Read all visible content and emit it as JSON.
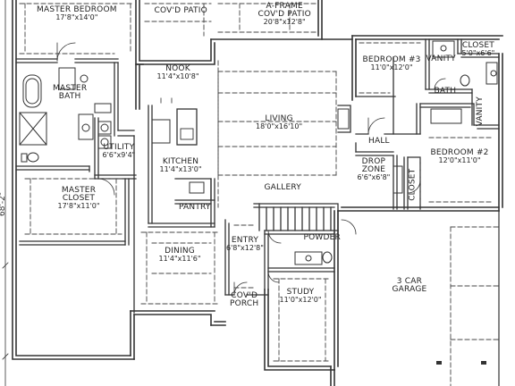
{
  "plan": {
    "overall_dimension": "68'-2\"",
    "rooms": [
      {
        "key": "master_bedroom",
        "name": "MASTER BEDROOM",
        "name2": "",
        "dims": "17'8\"x14'0\""
      },
      {
        "key": "covd_patio",
        "name": "COV'D PATIO",
        "name2": "",
        "dims": ""
      },
      {
        "key": "aframe",
        "name": "A-FRAME",
        "name2": "COV'D PATIO",
        "dims": "20'8\"x12'8\""
      },
      {
        "key": "nook",
        "name": "NOOK",
        "name2": "",
        "dims": "11'4\"x10'8\""
      },
      {
        "key": "master_bath",
        "name": "MASTER",
        "name2": "BATH",
        "dims": ""
      },
      {
        "key": "utility",
        "name": "UTILITY",
        "name2": "",
        "dims": "6'6\"x9'4\""
      },
      {
        "key": "kitchen",
        "name": "KITCHEN",
        "name2": "",
        "dims": "11'4\"x13'0\""
      },
      {
        "key": "pantry",
        "name": "PANTRY",
        "name2": "",
        "dims": ""
      },
      {
        "key": "living",
        "name": "LIVING",
        "name2": "",
        "dims": "18'0\"x16'10\""
      },
      {
        "key": "gallery",
        "name": "GALLERY",
        "name2": "",
        "dims": ""
      },
      {
        "key": "master_closet",
        "name": "MASTER",
        "name2": "CLOSET",
        "dims": "17'8\"x11'0\""
      },
      {
        "key": "dining",
        "name": "DINING",
        "name2": "",
        "dims": "11'4\"x11'6\""
      },
      {
        "key": "entry",
        "name": "ENTRY",
        "name2": "",
        "dims": "6'8\"x12'8\""
      },
      {
        "key": "powder",
        "name": "POWDER",
        "name2": "",
        "dims": ""
      },
      {
        "key": "study",
        "name": "STUDY",
        "name2": "",
        "dims": "11'0\"x12'0\""
      },
      {
        "key": "covd_porch",
        "name": "COV'D",
        "name2": "PORCH",
        "dims": ""
      },
      {
        "key": "bedroom3",
        "name": "BEDROOM #3",
        "name2": "",
        "dims": "11'0\"x12'0\""
      },
      {
        "key": "vanity_top",
        "name": "VANITY",
        "name2": "",
        "dims": ""
      },
      {
        "key": "closet_top",
        "name": "CLOSET",
        "name2": "",
        "dims": "5'0\"x6'6\""
      },
      {
        "key": "bath",
        "name": "BATH",
        "name2": "",
        "dims": ""
      },
      {
        "key": "vanity_side",
        "name": "VANITY",
        "name2": "",
        "dims": ""
      },
      {
        "key": "hall",
        "name": "HALL",
        "name2": "",
        "dims": ""
      },
      {
        "key": "bedroom2",
        "name": "BEDROOM #2",
        "name2": "",
        "dims": "12'0\"x11'0\""
      },
      {
        "key": "drop_zone",
        "name": "DROP",
        "name2": "ZONE",
        "dims": "6'6\"x6'8\""
      },
      {
        "key": "closet_side",
        "name": "CLOSET",
        "name2": "",
        "dims": ""
      },
      {
        "key": "garage",
        "name": "3 CAR",
        "name2": "GARAGE",
        "dims": ""
      }
    ]
  }
}
